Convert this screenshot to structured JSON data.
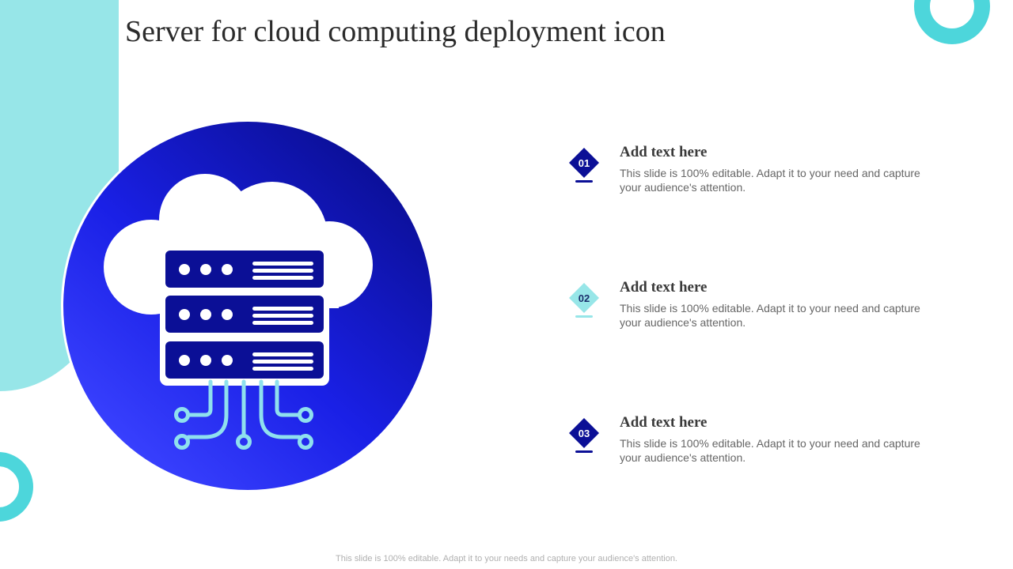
{
  "slide": {
    "title": "Server for cloud computing deployment icon",
    "footer": "This slide is 100% editable. Adapt it to your needs and capture your audience's attention."
  },
  "colors": {
    "navy": "#0b0f96",
    "royal_blue": "#1f28f0",
    "aqua": "#97e6e8",
    "teal_ring": "#4dd6db",
    "circuit": "#8fe0ee"
  },
  "hero_icon": "cloud-server-circuit-icon",
  "items": [
    {
      "number": "01",
      "heading": "Add text here",
      "text": "This slide is 100% editable. Adapt it to your need and capture your audience's attention.",
      "badge_color": "#0b0f96",
      "number_color": "#ffffff"
    },
    {
      "number": "02",
      "heading": "Add text here",
      "text": "This slide is 100% editable. Adapt it to your need and capture your audience's attention.",
      "badge_color": "#97e6e8",
      "number_color": "#1a2e6b"
    },
    {
      "number": "03",
      "heading": "Add text here",
      "text": "This slide is 100% editable. Adapt it to your need and capture your audience's attention.",
      "badge_color": "#0b0f96",
      "number_color": "#ffffff"
    }
  ]
}
